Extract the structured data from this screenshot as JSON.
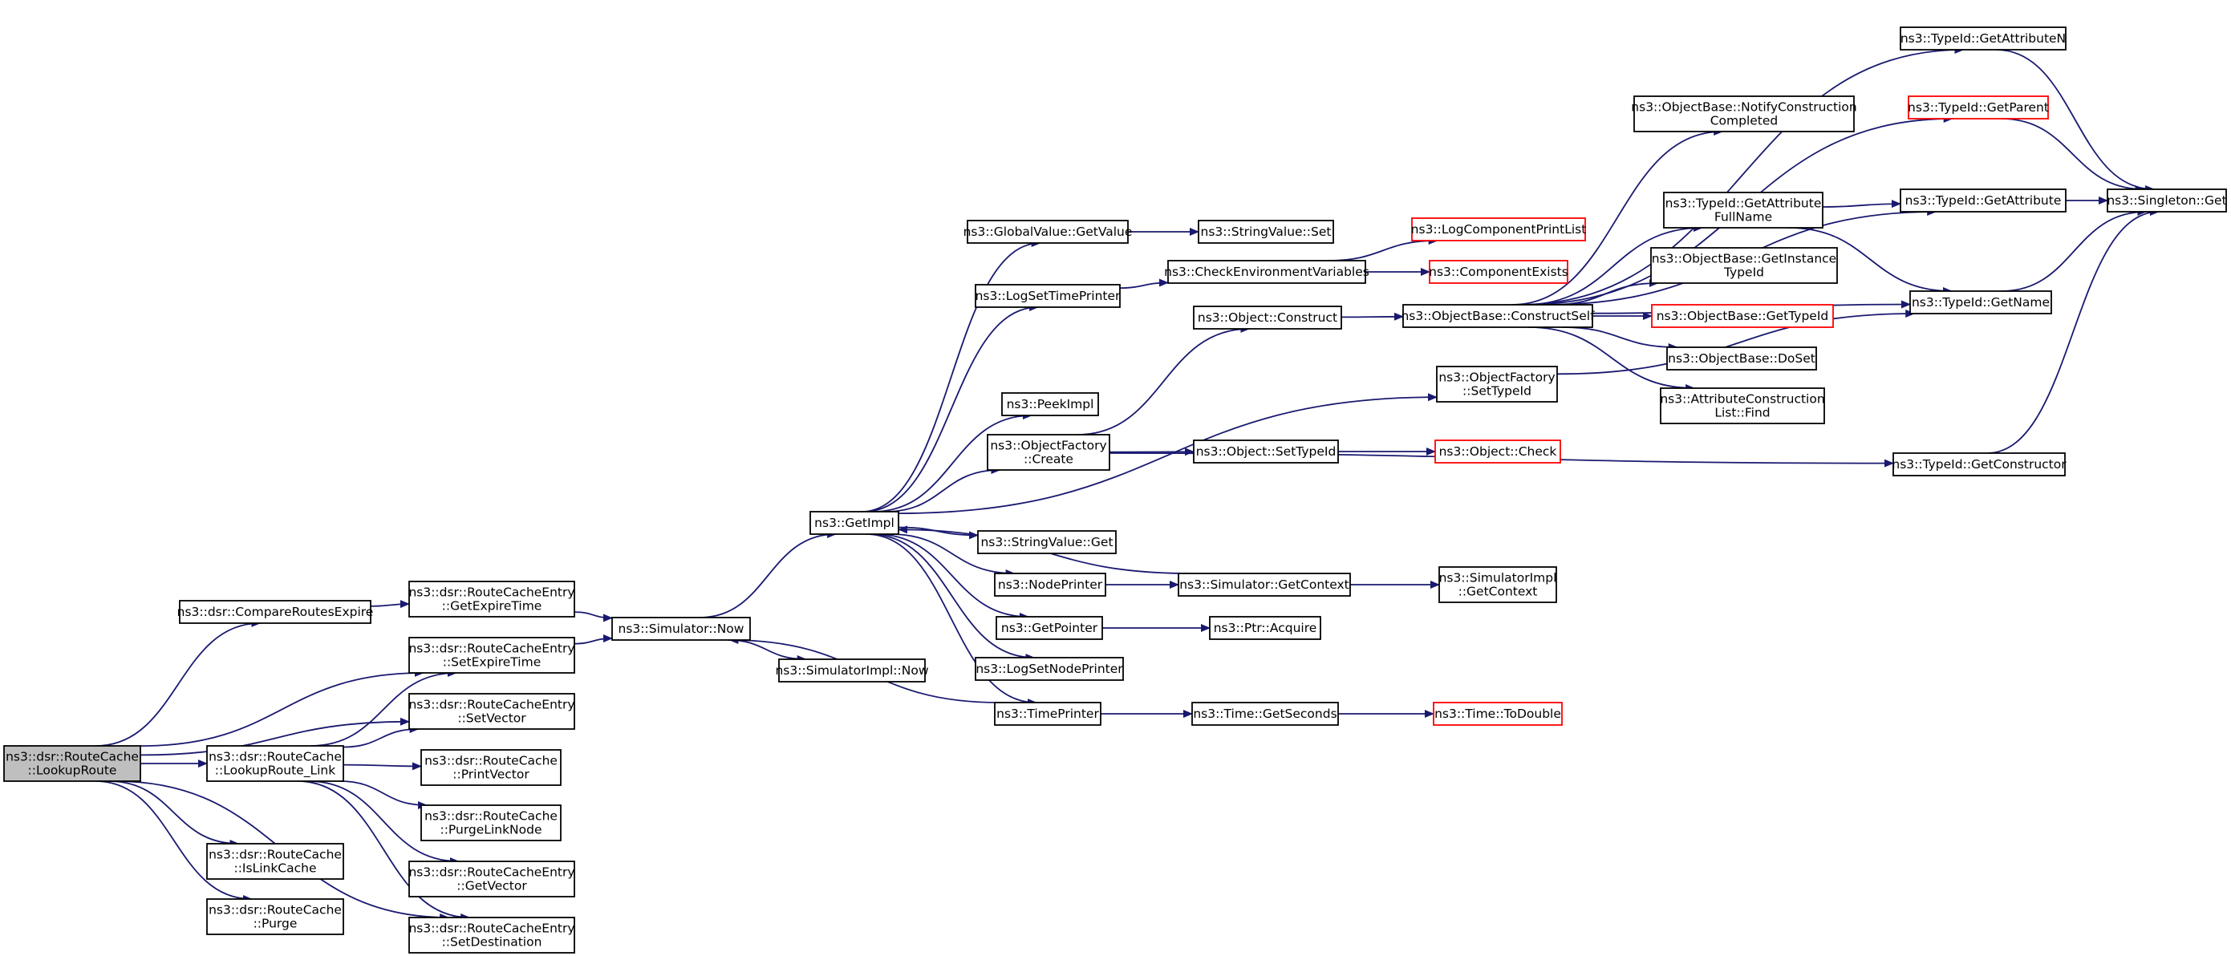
{
  "nodes": [
    {
      "id": "lookuproute",
      "lines": [
        "ns3::dsr::RouteCache",
        "::LookupRoute"
      ],
      "style": "root"
    },
    {
      "id": "compareroutesexpire",
      "lines": [
        "ns3::dsr::CompareRoutesExpire"
      ],
      "style": "normal"
    },
    {
      "id": "lookuproute_link",
      "lines": [
        "ns3::dsr::RouteCache",
        "::LookupRoute_Link"
      ],
      "style": "normal"
    },
    {
      "id": "islinkcache",
      "lines": [
        "ns3::dsr::RouteCache",
        "::IsLinkCache"
      ],
      "style": "normal"
    },
    {
      "id": "purge",
      "lines": [
        "ns3::dsr::RouteCache",
        "::Purge"
      ],
      "style": "normal"
    },
    {
      "id": "getexpiretime",
      "lines": [
        "ns3::dsr::RouteCacheEntry",
        "::GetExpireTime"
      ],
      "style": "normal"
    },
    {
      "id": "setexpiretime",
      "lines": [
        "ns3::dsr::RouteCacheEntry",
        "::SetExpireTime"
      ],
      "style": "normal"
    },
    {
      "id": "setvector",
      "lines": [
        "ns3::dsr::RouteCacheEntry",
        "::SetVector"
      ],
      "style": "normal"
    },
    {
      "id": "printvector",
      "lines": [
        "ns3::dsr::RouteCache",
        "::PrintVector"
      ],
      "style": "normal"
    },
    {
      "id": "purgelinknode",
      "lines": [
        "ns3::dsr::RouteCache",
        "::PurgeLinkNode"
      ],
      "style": "normal"
    },
    {
      "id": "getvector",
      "lines": [
        "ns3::dsr::RouteCacheEntry",
        "::GetVector"
      ],
      "style": "normal"
    },
    {
      "id": "setdestination",
      "lines": [
        "ns3::dsr::RouteCacheEntry",
        "::SetDestination"
      ],
      "style": "normal"
    },
    {
      "id": "simulator_now",
      "lines": [
        "ns3::Simulator::Now"
      ],
      "style": "normal"
    },
    {
      "id": "simulatorimpl_now",
      "lines": [
        "ns3::SimulatorImpl::Now"
      ],
      "style": "normal"
    },
    {
      "id": "getimpl",
      "lines": [
        "ns3::GetImpl"
      ],
      "style": "normal"
    },
    {
      "id": "globalvalue_getvalue",
      "lines": [
        "ns3::GlobalValue::GetValue"
      ],
      "style": "normal"
    },
    {
      "id": "logsettimeprinter",
      "lines": [
        "ns3::LogSetTimePrinter"
      ],
      "style": "normal"
    },
    {
      "id": "peekimpl",
      "lines": [
        "ns3::PeekImpl"
      ],
      "style": "normal"
    },
    {
      "id": "objectfactory_create",
      "lines": [
        "ns3::ObjectFactory",
        "::Create"
      ],
      "style": "normal"
    },
    {
      "id": "stringvalue_get",
      "lines": [
        "ns3::StringValue::Get"
      ],
      "style": "normal"
    },
    {
      "id": "nodeprinter",
      "lines": [
        "ns3::NodePrinter"
      ],
      "style": "normal"
    },
    {
      "id": "getpointer",
      "lines": [
        "ns3::GetPointer"
      ],
      "style": "normal"
    },
    {
      "id": "logsetnodeprinter",
      "lines": [
        "ns3::LogSetNodePrinter"
      ],
      "style": "normal"
    },
    {
      "id": "timeprinter",
      "lines": [
        "ns3::TimePrinter"
      ],
      "style": "normal"
    },
    {
      "id": "stringvalue_set",
      "lines": [
        "ns3::StringValue::Set"
      ],
      "style": "normal"
    },
    {
      "id": "checkenvironmentvariables",
      "lines": [
        "ns3::CheckEnvironmentVariables"
      ],
      "style": "normal"
    },
    {
      "id": "object_construct",
      "lines": [
        "ns3::Object::Construct"
      ],
      "style": "normal"
    },
    {
      "id": "object_settypeid",
      "lines": [
        "ns3::Object::SetTypeId"
      ],
      "style": "normal"
    },
    {
      "id": "simulator_getcontext",
      "lines": [
        "ns3::Simulator::GetContext"
      ],
      "style": "normal"
    },
    {
      "id": "ptr_acquire",
      "lines": [
        "ns3::Ptr::Acquire"
      ],
      "style": "normal"
    },
    {
      "id": "time_getseconds",
      "lines": [
        "ns3::Time::GetSeconds"
      ],
      "style": "normal"
    },
    {
      "id": "logcomponentprintlist",
      "lines": [
        "ns3::LogComponentPrintList"
      ],
      "style": "red"
    },
    {
      "id": "componentexists",
      "lines": [
        "ns3::ComponentExists"
      ],
      "style": "red"
    },
    {
      "id": "objectbase_constructself",
      "lines": [
        "ns3::ObjectBase::ConstructSelf"
      ],
      "style": "normal"
    },
    {
      "id": "objectfactory_settypeid",
      "lines": [
        "ns3::ObjectFactory",
        "::SetTypeId"
      ],
      "style": "normal"
    },
    {
      "id": "object_check",
      "lines": [
        "ns3::Object::Check"
      ],
      "style": "red"
    },
    {
      "id": "simulatorimpl_getcontext",
      "lines": [
        "ns3::SimulatorImpl",
        "::GetContext"
      ],
      "style": "normal"
    },
    {
      "id": "time_todouble",
      "lines": [
        "ns3::Time::ToDouble"
      ],
      "style": "red"
    },
    {
      "id": "objectbase_notifyconstructioncompleted",
      "lines": [
        "ns3::ObjectBase::NotifyConstruction",
        "Completed"
      ],
      "style": "normal"
    },
    {
      "id": "typeid_getattributefullname",
      "lines": [
        "ns3::TypeId::GetAttribute",
        "FullName"
      ],
      "style": "normal"
    },
    {
      "id": "objectbase_getinstancetypeid",
      "lines": [
        "ns3::ObjectBase::GetInstance",
        "TypeId"
      ],
      "style": "normal"
    },
    {
      "id": "objectbase_gettypeid",
      "lines": [
        "ns3::ObjectBase::GetTypeId"
      ],
      "style": "red"
    },
    {
      "id": "objectbase_doset",
      "lines": [
        "ns3::ObjectBase::DoSet"
      ],
      "style": "normal"
    },
    {
      "id": "attributeconstructionlist_find",
      "lines": [
        "ns3::AttributeConstruction",
        "List::Find"
      ],
      "style": "normal"
    },
    {
      "id": "typeid_getattributen",
      "lines": [
        "ns3::TypeId::GetAttributeN"
      ],
      "style": "normal"
    },
    {
      "id": "typeid_getparent",
      "lines": [
        "ns3::TypeId::GetParent"
      ],
      "style": "red"
    },
    {
      "id": "typeid_getattribute",
      "lines": [
        "ns3::TypeId::GetAttribute"
      ],
      "style": "normal"
    },
    {
      "id": "typeid_getname",
      "lines": [
        "ns3::TypeId::GetName"
      ],
      "style": "normal"
    },
    {
      "id": "typeid_getconstructor",
      "lines": [
        "ns3::TypeId::GetConstructor"
      ],
      "style": "normal"
    },
    {
      "id": "singleton_get",
      "lines": [
        "ns3::Singleton::Get"
      ],
      "style": "normal"
    }
  ],
  "edges": [
    [
      "lookuproute",
      "compareroutesexpire"
    ],
    [
      "lookuproute",
      "setexpiretime"
    ],
    [
      "lookuproute",
      "setvector"
    ],
    [
      "lookuproute",
      "lookuproute_link"
    ],
    [
      "lookuproute",
      "islinkcache"
    ],
    [
      "lookuproute",
      "purge"
    ],
    [
      "lookuproute",
      "setdestination"
    ],
    [
      "compareroutesexpire",
      "getexpiretime"
    ],
    [
      "getexpiretime",
      "simulator_now"
    ],
    [
      "setexpiretime",
      "simulator_now"
    ],
    [
      "lookuproute_link",
      "setexpiretime"
    ],
    [
      "lookuproute_link",
      "setvector"
    ],
    [
      "lookuproute_link",
      "printvector"
    ],
    [
      "lookuproute_link",
      "purgelinknode"
    ],
    [
      "lookuproute_link",
      "getvector"
    ],
    [
      "lookuproute_link",
      "setdestination"
    ],
    [
      "simulator_now",
      "getimpl"
    ],
    [
      "simulator_now",
      "simulatorimpl_now"
    ],
    [
      "getimpl",
      "globalvalue_getvalue"
    ],
    [
      "getimpl",
      "logsettimeprinter"
    ],
    [
      "getimpl",
      "objectfactory_settypeid"
    ],
    [
      "getimpl",
      "peekimpl"
    ],
    [
      "getimpl",
      "objectfactory_create"
    ],
    [
      "getimpl",
      "stringvalue_get"
    ],
    [
      "getimpl",
      "nodeprinter"
    ],
    [
      "getimpl",
      "getpointer"
    ],
    [
      "getimpl",
      "logsetnodeprinter"
    ],
    [
      "getimpl",
      "timeprinter"
    ],
    [
      "globalvalue_getvalue",
      "stringvalue_set"
    ],
    [
      "logsettimeprinter",
      "checkenvironmentvariables"
    ],
    [
      "checkenvironmentvariables",
      "logcomponentprintlist"
    ],
    [
      "checkenvironmentvariables",
      "componentexists"
    ],
    [
      "objectfactory_create",
      "object_construct"
    ],
    [
      "objectfactory_create",
      "object_settypeid"
    ],
    [
      "objectfactory_create",
      "typeid_getconstructor"
    ],
    [
      "object_construct",
      "objectbase_constructself"
    ],
    [
      "object_settypeid",
      "object_check"
    ],
    [
      "nodeprinter",
      "simulator_getcontext"
    ],
    [
      "simulator_getcontext",
      "getimpl"
    ],
    [
      "simulator_getcontext",
      "simulatorimpl_getcontext"
    ],
    [
      "getpointer",
      "ptr_acquire"
    ],
    [
      "timeprinter",
      "simulator_now"
    ],
    [
      "timeprinter",
      "time_getseconds"
    ],
    [
      "time_getseconds",
      "time_todouble"
    ],
    [
      "objectbase_constructself",
      "typeid_getattributen"
    ],
    [
      "objectbase_constructself",
      "typeid_getparent"
    ],
    [
      "objectbase_constructself",
      "objectbase_notifyconstructioncompleted"
    ],
    [
      "objectbase_constructself",
      "typeid_getattribute"
    ],
    [
      "objectbase_constructself",
      "typeid_getattributefullname"
    ],
    [
      "objectbase_constructself",
      "objectbase_getinstancetypeid"
    ],
    [
      "objectbase_constructself",
      "objectbase_gettypeid"
    ],
    [
      "objectbase_constructself",
      "objectbase_doset"
    ],
    [
      "objectbase_constructself",
      "attributeconstructionlist_find"
    ],
    [
      "objectbase_constructself",
      "typeid_getname"
    ],
    [
      "objectfactory_settypeid",
      "typeid_getname"
    ],
    [
      "typeid_getattributefullname",
      "typeid_getattribute"
    ],
    [
      "typeid_getattributefullname",
      "typeid_getname"
    ],
    [
      "typeid_getattributen",
      "singleton_get"
    ],
    [
      "typeid_getparent",
      "singleton_get"
    ],
    [
      "typeid_getattribute",
      "singleton_get"
    ],
    [
      "typeid_getname",
      "singleton_get"
    ],
    [
      "typeid_getconstructor",
      "singleton_get"
    ]
  ],
  "colors": {
    "edge": "#191970",
    "root_fill": "#bfbfbf",
    "node_border": "#000000",
    "highlight_border": "#ff0000",
    "background": "#ffffff"
  }
}
